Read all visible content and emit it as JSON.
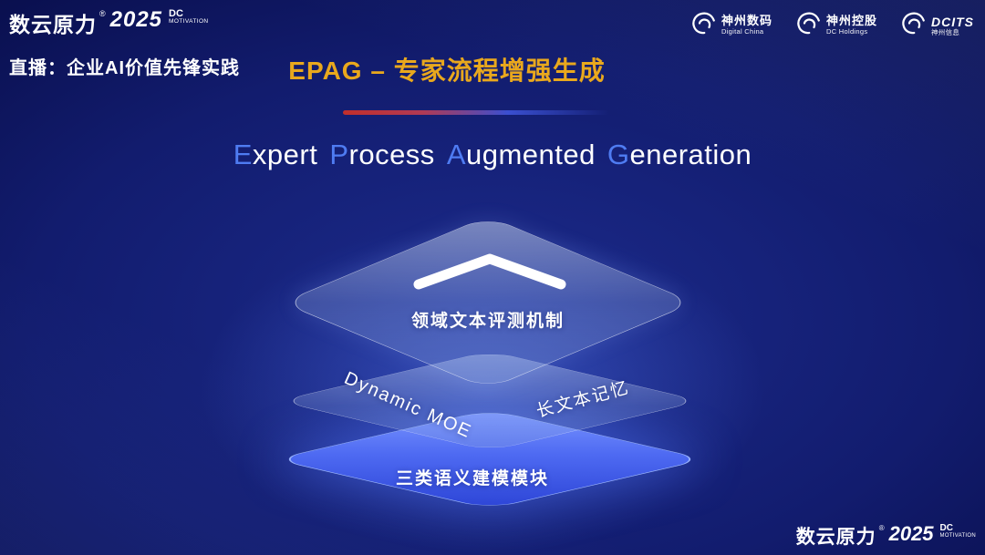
{
  "header": {
    "brand": {
      "name": "数云原力",
      "reg": "®",
      "year": "2025",
      "sub1": "DC",
      "sub2": "MOTIVATION"
    },
    "live_label": "直播：企业AI价值先锋实践",
    "logos": [
      {
        "name": "神州数码",
        "sub": "Digital China"
      },
      {
        "name": "神州控股",
        "sub": "DC Holdings"
      },
      {
        "name": "DCITS",
        "sub": "神州信息"
      }
    ]
  },
  "title": {
    "text": "EPAG – 专家流程增强生成"
  },
  "subtitle": {
    "words": [
      {
        "cap": "E",
        "rest": "xpert"
      },
      {
        "cap": "P",
        "rest": "rocess"
      },
      {
        "cap": "A",
        "rest": "ugmented"
      },
      {
        "cap": "G",
        "rest": "eneration"
      }
    ]
  },
  "diagram": {
    "top_layer_label": "领域文本评测机制",
    "middle_label_left": "Dynamic MOE",
    "middle_label_right": "长文本记忆",
    "bottom_layer_label": "三类语义建模模块"
  },
  "footer": {
    "brand": "数云原力",
    "reg": "®",
    "year": "2025",
    "sub1": "DC",
    "sub2": "MOTIVATION"
  },
  "colors": {
    "title_gold": "#e9a81d",
    "cap_blue": "#4f7cf2",
    "layer_blue": "#4e6af2",
    "background_navy": "#0a1050"
  }
}
